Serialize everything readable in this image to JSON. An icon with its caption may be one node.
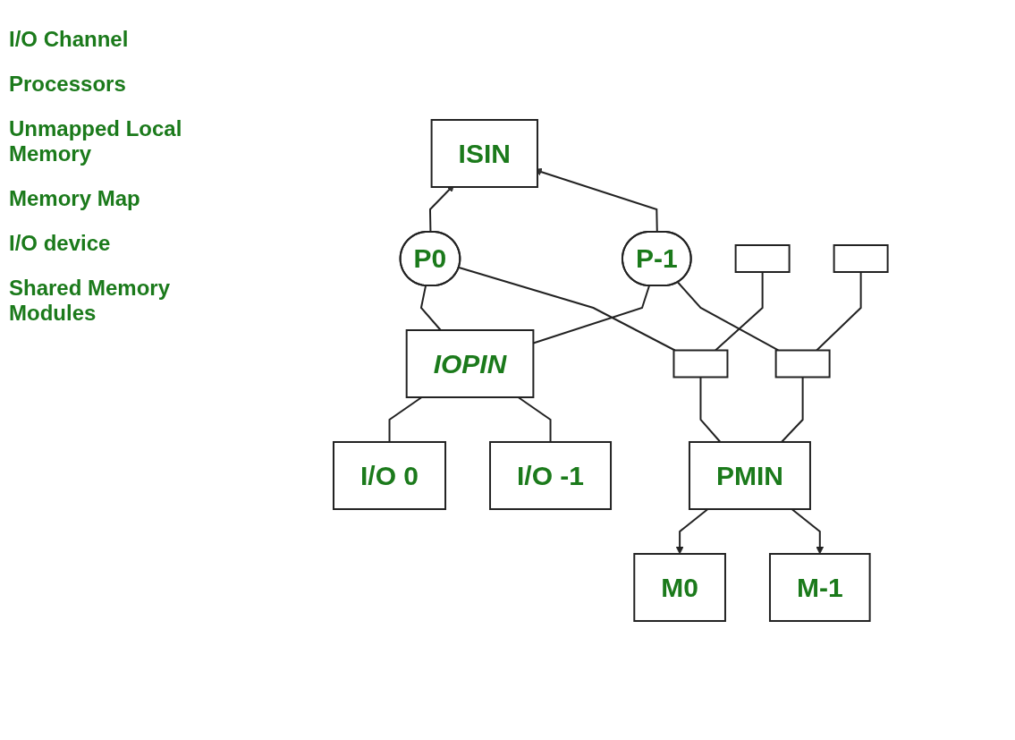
{
  "diagram": {
    "nodes": [
      {
        "text": [
          "ISIN"
        ]
      },
      {
        "text": [
          "P-1"
        ]
      },
      {
        "text": [
          "IOPIN"
        ]
      },
      {
        "text": [
          "I/O 0"
        ]
      },
      {
        "text": [
          "P0"
        ]
      },
      {
        "text": [
          "I/O -1"
        ]
      },
      {
        "text": [],
        "shape": "box"
      },
      {
        "text": [],
        "shape": "box"
      },
      {
        "text": [],
        "shape": "box"
      },
      {
        "text": [],
        "shape": "box"
      },
      {
        "text": [
          "PMIN"
        ]
      },
      {
        "text": [
          "M0"
        ]
      },
      {
        "text": [
          "M-1"
        ]
      }
    ],
    "edges": [
      {
        "from": 4,
        "to": 0,
        "arrow": "to"
      },
      {
        "from": 1,
        "to": 0,
        "arrow": "to"
      },
      {
        "from": 1,
        "to": 2,
        "arrow": "none"
      },
      {
        "from": 4,
        "to": 2,
        "arrow": "none"
      },
      {
        "from": 2,
        "to": 3,
        "arrow": "none"
      },
      {
        "from": 2,
        "to": 5,
        "arrow": "none"
      },
      {
        "from": 4,
        "to": 8,
        "arrow": "none"
      },
      {
        "from": 1,
        "to": 9,
        "arrow": "none"
      },
      {
        "from": 6,
        "to": 8,
        "arrow": "none"
      },
      {
        "from": 7,
        "to": 9,
        "arrow": "none"
      },
      {
        "from": 8,
        "to": 10,
        "arrow": "none"
      },
      {
        "from": 9,
        "to": 10,
        "arrow": "none"
      },
      {
        "from": 10,
        "to": 11,
        "arrow": "to"
      },
      {
        "from": 10,
        "to": 12,
        "arrow": "to"
      }
    ],
    "labels": [
      "I/O Channel",
      "Processors",
      "Unmapped Local Memory",
      "Memory Map",
      "I/O device",
      "Shared Memory Modules"
    ]
  }
}
